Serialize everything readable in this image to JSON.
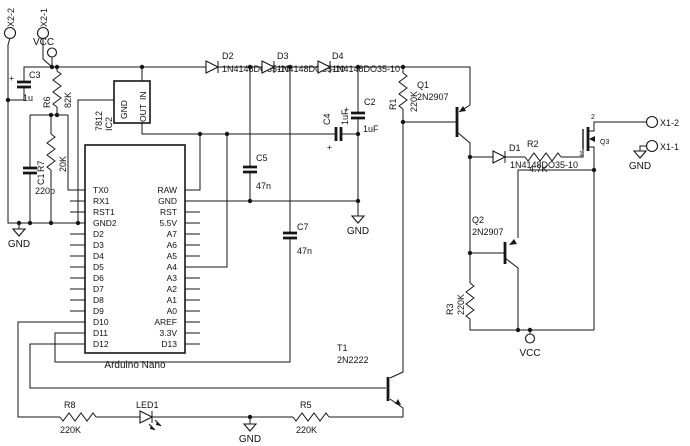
{
  "connectors": {
    "x2_2": "X2-2",
    "x2_1": "X2-1",
    "x1_2": "X1-2",
    "x1_1": "X1-1"
  },
  "power_labels": {
    "vcc_top": "VCC",
    "vcc_bottom": "VCC",
    "gnd_left": "GND",
    "gnd_mid": "GND",
    "gnd_right": "GND",
    "gnd_bottom": "GND"
  },
  "regulator": {
    "part": "7812",
    "designator": "IC2",
    "pin_in": "IN",
    "pin_gnd": "GND",
    "pin_out": "OUT"
  },
  "arduino": {
    "label": "Arduino Nano",
    "left_pins": [
      "TX0",
      "RX1",
      "RST1",
      "GND2",
      "D2",
      "D3",
      "D4",
      "D5",
      "D6",
      "D7",
      "D8",
      "D9",
      "D10",
      "D11",
      "D12"
    ],
    "right_pins": [
      "RAW",
      "GND",
      "RST",
      "5.5V",
      "A7",
      "A6",
      "A5",
      "A4",
      "A3",
      "A2",
      "A1",
      "A0",
      "AREF",
      "3.3V",
      "D13"
    ]
  },
  "resistors": {
    "r1": {
      "name": "R1",
      "value": "220K"
    },
    "r2": {
      "name": "R2",
      "value": "4.7K"
    },
    "r3": {
      "name": "R3",
      "value": "220K"
    },
    "r5": {
      "name": "R5",
      "value": "220K"
    },
    "r6": {
      "name": "R6",
      "value": "82K"
    },
    "r7": {
      "name": "R7",
      "value": "20K"
    },
    "r8": {
      "name": "R8",
      "value": "220K"
    }
  },
  "capacitors": {
    "c1": {
      "name": "C1",
      "value": "220p"
    },
    "c2": {
      "name": "C2",
      "value": "1uF"
    },
    "c3": {
      "name": "C3",
      "value": "1u"
    },
    "c4": {
      "name": "C4",
      "value": "1uF"
    },
    "c5": {
      "name": "C5",
      "value": "47n"
    },
    "c7": {
      "name": "C7",
      "value": "47n"
    }
  },
  "diodes": {
    "d1": {
      "name": "D1",
      "value": "1N4148DO35-10"
    },
    "d2": {
      "name": "D2",
      "value": "1N4148DO35-10"
    },
    "d3": {
      "name": "D3",
      "value": "1N4148DO35-10"
    },
    "d4": {
      "name": "D4",
      "value": "1N4148DO35-10"
    }
  },
  "transistors": {
    "q1": {
      "name": "Q1",
      "value": "2N2907"
    },
    "q2": {
      "name": "Q2",
      "value": "2N2907"
    },
    "q3": {
      "name": "Q3",
      "pin_1": "1",
      "pin_2": "2"
    },
    "t1": {
      "name": "T1",
      "value": "2N2222"
    }
  },
  "led": {
    "name": "LED1"
  },
  "polarity_plus": "+"
}
